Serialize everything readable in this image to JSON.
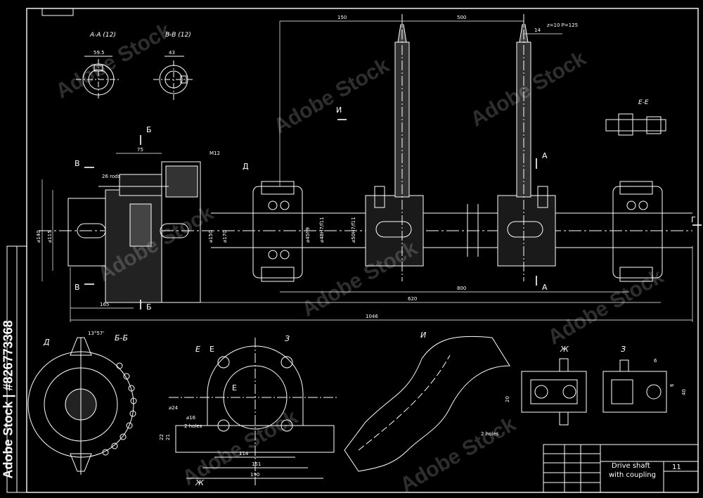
{
  "drawing": {
    "title_line1": "Drive shaft",
    "title_line2": "with coupling",
    "sheet": "11",
    "stock_id": "Adobe Stock | #826773368",
    "watermark": "Adobe Stock"
  },
  "sections": {
    "aa": "A-A (12)",
    "bb": "B-B (12)",
    "ee": "E-E",
    "d": "Д",
    "b_b": "Б-Б",
    "e": "Е",
    "z": "З",
    "i": "И",
    "zh": "Ж"
  },
  "marks": {
    "B": "Б",
    "V": "В",
    "D": "Д",
    "I": "И",
    "A": "A",
    "G": "Г",
    "E": "Е",
    "Zh": "Ж",
    "Z": "З"
  },
  "dims": {
    "d150": "150",
    "d500": "500",
    "d14": "14",
    "zp": "z=10  P=125",
    "d800": "800",
    "d620": "620",
    "d1046": "1046",
    "d165": "165",
    "d75": "75",
    "d12": "M12",
    "d26rods": "26 rods",
    "phi140": "⌀140",
    "phi115": "⌀115",
    "phi150": "⌀150",
    "phi170": "⌀170",
    "angle": "13°57'",
    "phi24": "⌀24",
    "phi16": "⌀16",
    "holes2a": "2 holes",
    "d114": "114",
    "d151": "151",
    "d190": "190",
    "d22": "22",
    "d21": "21",
    "d20": "20",
    "holes2b": "2 holes",
    "d6a": "6",
    "d6b": "6",
    "d40": "40",
    "d595": "59.5",
    "d43": "43",
    "fit1": "⌀50H7/f11",
    "fit2": "⌀45h9",
    "fit3": "⌀48H7/f11"
  }
}
